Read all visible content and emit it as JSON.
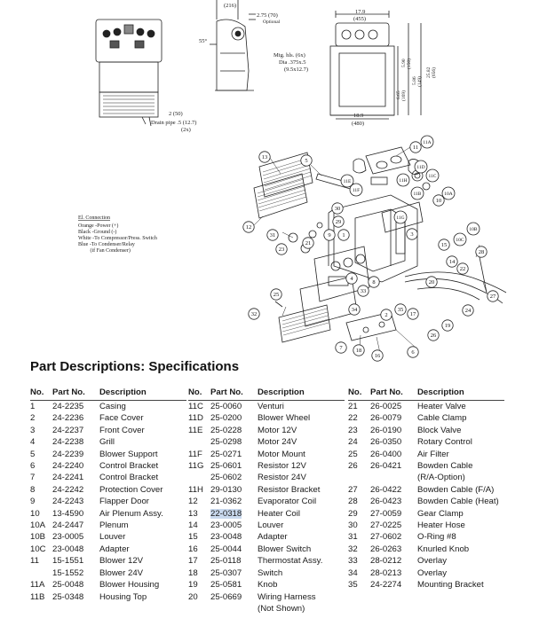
{
  "section_title": "Part Descriptions: Specifications",
  "table_headers": {
    "no": "No.",
    "part_no": "Part No.",
    "description": "Description"
  },
  "columns": [
    [
      {
        "no": "1",
        "part": "24-2235",
        "desc": "Casing"
      },
      {
        "no": "2",
        "part": "24-2236",
        "desc": "Face Cover"
      },
      {
        "no": "3",
        "part": "24-2237",
        "desc": "Front Cover"
      },
      {
        "no": "4",
        "part": "24-2238",
        "desc": "Grill"
      },
      {
        "no": "5",
        "part": "24-2239",
        "desc": "Blower Support"
      },
      {
        "no": "6",
        "part": "24-2240",
        "desc": "Control Bracket"
      },
      {
        "no": "7",
        "part": "24-2241",
        "desc": "Control Bracket"
      },
      {
        "no": "8",
        "part": "24-2242",
        "desc": "Protection Cover"
      },
      {
        "no": "9",
        "part": "24-2243",
        "desc": "Flapper Door"
      },
      {
        "no": "10",
        "part": "13-4590",
        "desc": "Air Plenum Assy."
      },
      {
        "no": "10A",
        "part": "24-2447",
        "desc": "Plenum"
      },
      {
        "no": "10B",
        "part": "23-0005",
        "desc": "Louver"
      },
      {
        "no": "10C",
        "part": "23-0048",
        "desc": "Adapter"
      },
      {
        "no": "11",
        "part": "15-1551",
        "desc": "Blower 12V"
      },
      {
        "no": "",
        "part": "15-1552",
        "desc": "Blower 24V"
      },
      {
        "no": "11A",
        "part": "25-0048",
        "desc": "Blower Housing"
      },
      {
        "no": "11B",
        "part": "25-0348",
        "desc": "Housing Top"
      }
    ],
    [
      {
        "no": "11C",
        "part": "25-0060",
        "desc": "Venturi"
      },
      {
        "no": "11D",
        "part": "25-0200",
        "desc": "Blower Wheel"
      },
      {
        "no": "11E",
        "part": "25-0228",
        "desc": "Motor 12V"
      },
      {
        "no": "",
        "part": "25-0298",
        "desc": "Motor 24V"
      },
      {
        "no": "11F",
        "part": "25-0271",
        "desc": "Motor Mount"
      },
      {
        "no": "11G",
        "part": "25-0601",
        "desc": "Resistor 12V"
      },
      {
        "no": "",
        "part": "25-0602",
        "desc": "Resistor 24V"
      },
      {
        "no": "11H",
        "part": "29-0130",
        "desc": "Resistor Bracket"
      },
      {
        "no": "12",
        "part": "21-0362",
        "desc": "Evaporator Coil"
      },
      {
        "no": "13",
        "part": "22-0318",
        "desc": "Heater Coil",
        "highlight": true
      },
      {
        "no": "14",
        "part": "23-0005",
        "desc": "Louver"
      },
      {
        "no": "15",
        "part": "23-0048",
        "desc": "Adapter"
      },
      {
        "no": "16",
        "part": "25-0044",
        "desc": "Blower Switch"
      },
      {
        "no": "17",
        "part": "25-0118",
        "desc": "Thermostat Assy."
      },
      {
        "no": "18",
        "part": "25-0307",
        "desc": "Switch"
      },
      {
        "no": "19",
        "part": "25-0581",
        "desc": "Knob"
      },
      {
        "no": "20",
        "part": "25-0669",
        "desc": "Wiring Harness"
      },
      {
        "no": "",
        "part": "",
        "desc": "(Not Shown)"
      }
    ],
    [
      {
        "no": "21",
        "part": "26-0025",
        "desc": "Heater Valve"
      },
      {
        "no": "22",
        "part": "26-0079",
        "desc": "Cable Clamp"
      },
      {
        "no": "23",
        "part": "26-0190",
        "desc": "Block Valve"
      },
      {
        "no": "24",
        "part": "26-0350",
        "desc": "Rotary Control"
      },
      {
        "no": "25",
        "part": "26-0400",
        "desc": "Air Filter"
      },
      {
        "no": "26",
        "part": "26-0421",
        "desc": "Bowden Cable"
      },
      {
        "no": "",
        "part": "",
        "desc": "(R/A-Option)"
      },
      {
        "no": "27",
        "part": "26-0422",
        "desc": "Bowden Cable (F/A)"
      },
      {
        "no": "28",
        "part": "26-0423",
        "desc": "Bowden Cable (Heat)"
      },
      {
        "no": "29",
        "part": "27-0059",
        "desc": "Gear Clamp"
      },
      {
        "no": "30",
        "part": "27-0225",
        "desc": "Heater Hose"
      },
      {
        "no": "31",
        "part": "27-0602",
        "desc": "O-Ring #8"
      },
      {
        "no": "32",
        "part": "26-0263",
        "desc": "Knurled Knob"
      },
      {
        "no": "33",
        "part": "28-0212",
        "desc": "Overlay"
      },
      {
        "no": "34",
        "part": "28-0213",
        "desc": "Overlay"
      },
      {
        "no": "35",
        "part": "24-2274",
        "desc": "Mounting Bracket"
      }
    ]
  ],
  "diagram": {
    "dims": {
      "d216": "(216)",
      "d275": "2.75 (70)",
      "optional": "Optional",
      "d179": "17.9",
      "d455": "(455)",
      "drain1": "2 (50)",
      "drain2": "Drain pipe .5 (12.7)",
      "drain3": "(2x)",
      "ang55": "55°",
      "mtg1": "Mtg. hls. (6x)",
      "mtg2": "Dia .375x.5",
      "mtg3": "(9.5x12.7)",
      "d189": "18.9",
      "d480": "(480)",
      "v590": "5.90",
      "v150": "(150)",
      "v586": "5.86",
      "v149": "(149)",
      "v665": "6.65",
      "v169": "(169)",
      "v2582": "25.82",
      "v656": "(656)"
    },
    "elconn": {
      "title": "El. Connection",
      "lines": [
        "Orange -Power (+)",
        "Black  -Ground (-)",
        "White  -To Compressor/Press. Switch",
        "Blue   -To Condenser/Relay",
        "         (if Fan Condenser)"
      ]
    },
    "callouts": [
      "13",
      "5",
      "11A",
      "11",
      "11D",
      "11C",
      "11B",
      "11F",
      "11E",
      "11H",
      "10A",
      "10",
      "10B",
      "10C",
      "11G",
      "12",
      "30",
      "29",
      "31",
      "23",
      "21",
      "9",
      "1",
      "15",
      "28",
      "22",
      "14",
      "27",
      "25",
      "2",
      "33",
      "3",
      "35",
      "17",
      "24",
      "32",
      "34",
      "8",
      "26",
      "19",
      "7",
      "18",
      "16",
      "6",
      "20",
      "4"
    ]
  }
}
